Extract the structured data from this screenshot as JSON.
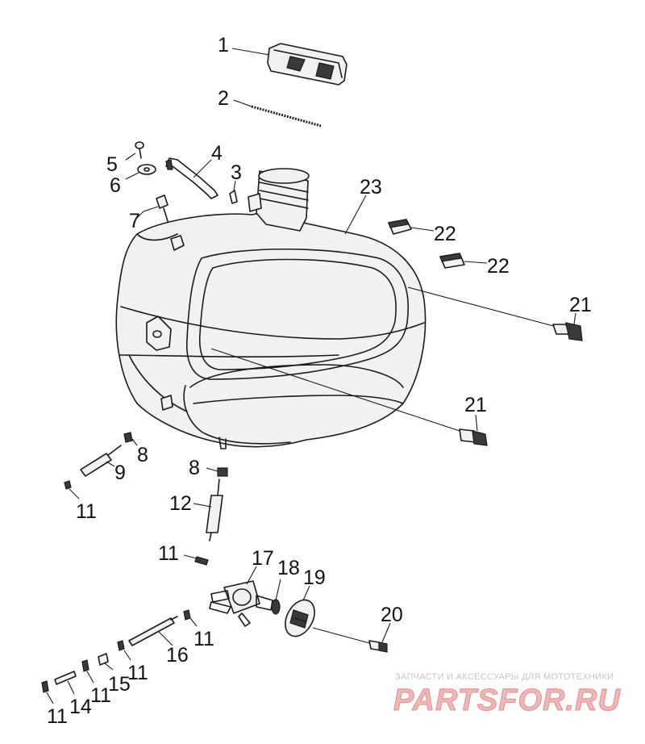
{
  "diagram": {
    "callouts": [
      {
        "id": "c1",
        "label": "1"
      },
      {
        "id": "c2",
        "label": "2"
      },
      {
        "id": "c3",
        "label": "3"
      },
      {
        "id": "c4",
        "label": "4"
      },
      {
        "id": "c5",
        "label": "5"
      },
      {
        "id": "c6",
        "label": "6"
      },
      {
        "id": "c7",
        "label": "7"
      },
      {
        "id": "c8a",
        "label": "8"
      },
      {
        "id": "c8b",
        "label": "8"
      },
      {
        "id": "c9",
        "label": "9"
      },
      {
        "id": "c11a",
        "label": "11"
      },
      {
        "id": "c11b",
        "label": "11"
      },
      {
        "id": "c11c",
        "label": "11"
      },
      {
        "id": "c11d",
        "label": "11"
      },
      {
        "id": "c11e",
        "label": "11"
      },
      {
        "id": "c11f",
        "label": "11"
      },
      {
        "id": "c12",
        "label": "12"
      },
      {
        "id": "c14",
        "label": "14"
      },
      {
        "id": "c15",
        "label": "15"
      },
      {
        "id": "c16",
        "label": "16"
      },
      {
        "id": "c17",
        "label": "17"
      },
      {
        "id": "c18",
        "label": "18"
      },
      {
        "id": "c19",
        "label": "19"
      },
      {
        "id": "c20",
        "label": "20"
      },
      {
        "id": "c21a",
        "label": "21"
      },
      {
        "id": "c21b",
        "label": "21"
      },
      {
        "id": "c22a",
        "label": "22"
      },
      {
        "id": "c22b",
        "label": "22"
      },
      {
        "id": "c23",
        "label": "23"
      }
    ]
  },
  "watermark": {
    "tagline": "ЗАПЧАСТИ И АКСЕССУАРЫ ДЛЯ МОТОТЕХНИКИ",
    "brand": "PARTSFOR.RU"
  }
}
